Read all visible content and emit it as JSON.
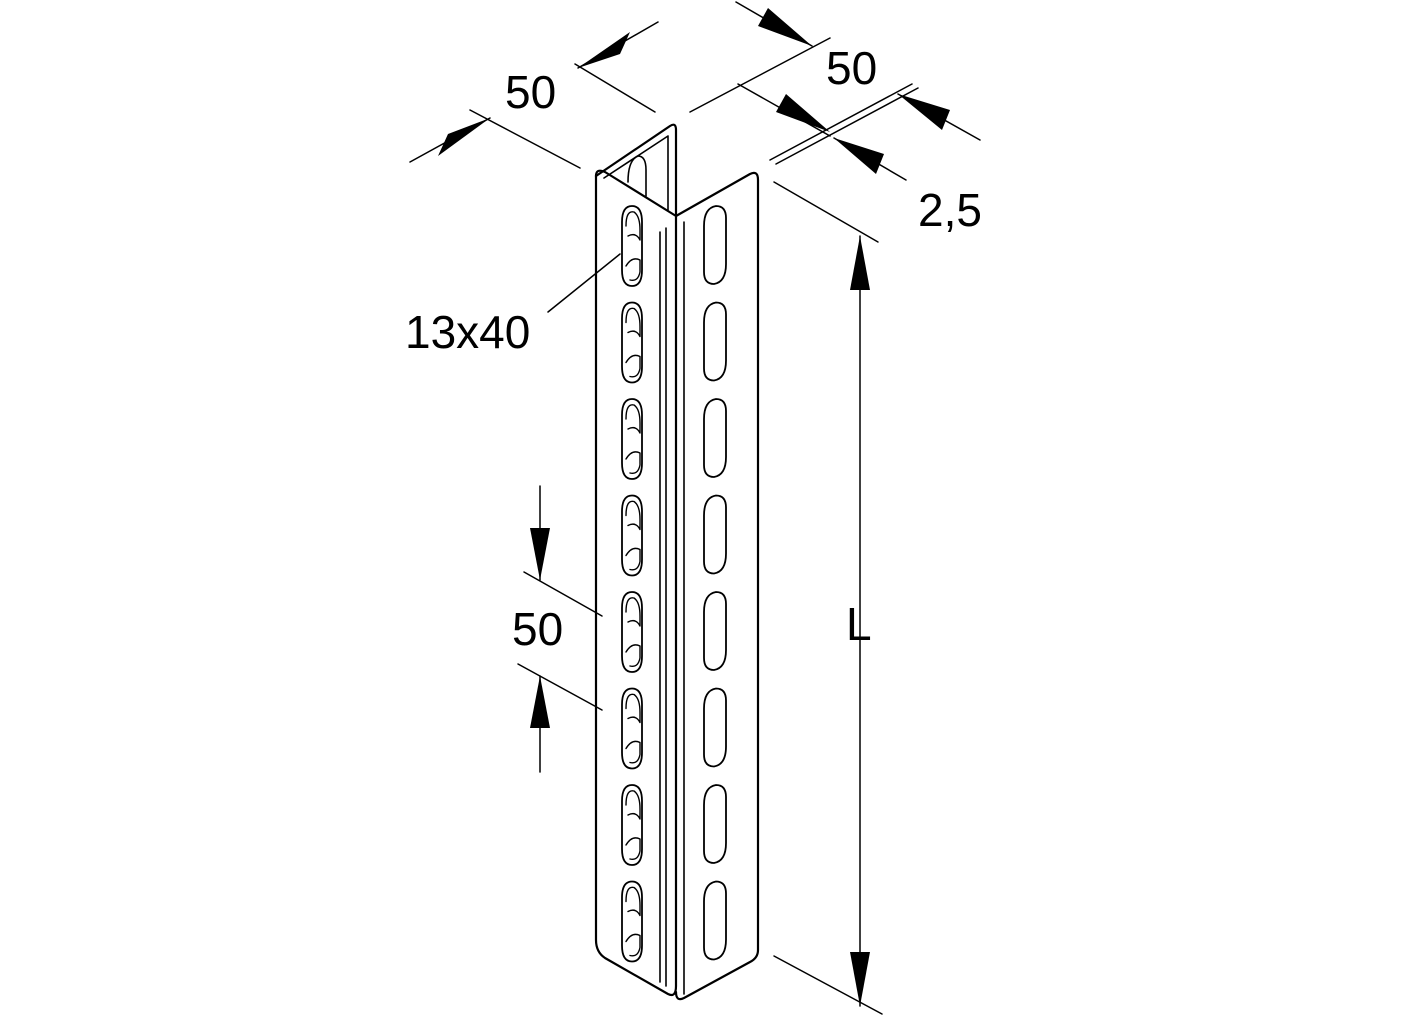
{
  "dimensions": {
    "flange_width": "50",
    "depth": "50",
    "thickness": "2,5",
    "slot_size": "13x40",
    "slot_pitch": "50",
    "length": "L"
  },
  "slots": {
    "left_face_count": 8,
    "right_face_count": 8
  },
  "colors": {
    "line": "#000000",
    "background": "#ffffff"
  }
}
